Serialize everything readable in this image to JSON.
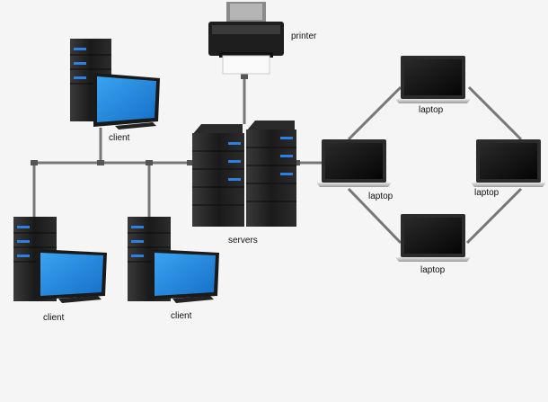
{
  "diagram": {
    "nodes": [
      {
        "id": "printer",
        "label": "printer",
        "icon": "printer-icon"
      },
      {
        "id": "servers",
        "label": "servers",
        "icon": "server-rack-icon"
      },
      {
        "id": "client-top",
        "label": "client",
        "icon": "desktop-computer-icon"
      },
      {
        "id": "client-bottom-left",
        "label": "client",
        "icon": "desktop-computer-icon"
      },
      {
        "id": "client-bottom-right",
        "label": "client",
        "icon": "desktop-computer-icon"
      },
      {
        "id": "laptop-top",
        "label": "laptop",
        "icon": "laptop-icon"
      },
      {
        "id": "laptop-left",
        "label": "laptop",
        "icon": "laptop-icon"
      },
      {
        "id": "laptop-right",
        "label": "laptop",
        "icon": "laptop-icon"
      },
      {
        "id": "laptop-bottom",
        "label": "laptop",
        "icon": "laptop-icon"
      }
    ],
    "edges": [
      [
        "printer",
        "servers"
      ],
      [
        "client-top",
        "servers"
      ],
      [
        "client-bottom-left",
        "servers"
      ],
      [
        "client-bottom-right",
        "servers"
      ],
      [
        "servers",
        "laptop-left"
      ],
      [
        "laptop-left",
        "laptop-top"
      ],
      [
        "laptop-top",
        "laptop-right"
      ],
      [
        "laptop-right",
        "laptop-bottom"
      ],
      [
        "laptop-bottom",
        "laptop-left"
      ]
    ]
  },
  "colors": {
    "screen_blue": "#1e88e0",
    "cable": "#777777",
    "tower": "#1c1c1c",
    "led_blue": "#2d7fe0"
  }
}
